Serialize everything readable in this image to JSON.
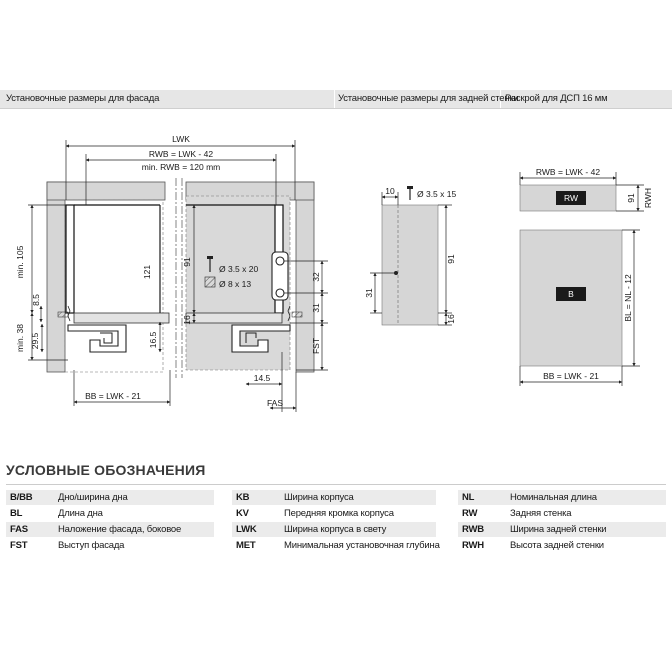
{
  "header": {
    "col1": "Установочные размеры для фасада",
    "col2": "Установочные размеры для задней стенки",
    "col3": "Раскрой для ДСП 16 мм"
  },
  "front": {
    "lwk": "LWK",
    "rwb": "RWB = LWK - 42",
    "rwb_min": "min. RWB = 120 mm",
    "min105": "min. 105",
    "d121": "121",
    "d8_5": "8.5",
    "min38": "min. 38",
    "d29_5": "29.5",
    "d16_5": "16.5",
    "bb": "BB = LWK - 21",
    "d91": "91",
    "d16": "16",
    "screw": "Ø 3.5 x 20",
    "dowel": "Ø 8 x 13",
    "d32": "32",
    "d31": "31",
    "fst": "FST",
    "d14_5": "14.5",
    "fas": "FAS"
  },
  "back": {
    "d10": "10",
    "screw": "Ø 3.5 x 15",
    "d91": "91",
    "d31": "31",
    "d16": "16"
  },
  "cut": {
    "rwb": "RWB = LWK - 42",
    "rw": "RW",
    "d91": "91",
    "rwh": "RWH",
    "b": "B",
    "bl": "BL = NL - 12",
    "bb": "BB = LWK - 21"
  },
  "legend": {
    "title": "УСЛОВНЫЕ ОБОЗНАЧЕНИЯ",
    "col1": [
      {
        "key": "B/BB",
        "value": "Дно/ширина дна"
      },
      {
        "key": "BL",
        "value": "Длина дна"
      },
      {
        "key": "FAS",
        "value": "Наложение фасада, боковое"
      },
      {
        "key": "FST",
        "value": "Выступ фасада"
      }
    ],
    "col2": [
      {
        "key": "KB",
        "value": "Ширина корпуса"
      },
      {
        "key": "KV",
        "value": "Передняя кромка корпуса"
      },
      {
        "key": "LWK",
        "value": "Ширина корпуса в свету"
      },
      {
        "key": "MET",
        "value": "Минимальная установочная глубина"
      }
    ],
    "col3": [
      {
        "key": "NL",
        "value": "Номинальная длина"
      },
      {
        "key": "RW",
        "value": "Задняя стенка"
      },
      {
        "key": "RWB",
        "value": "Ширина задней стенки"
      },
      {
        "key": "RWH",
        "value": "Высота задней стенки"
      }
    ]
  }
}
